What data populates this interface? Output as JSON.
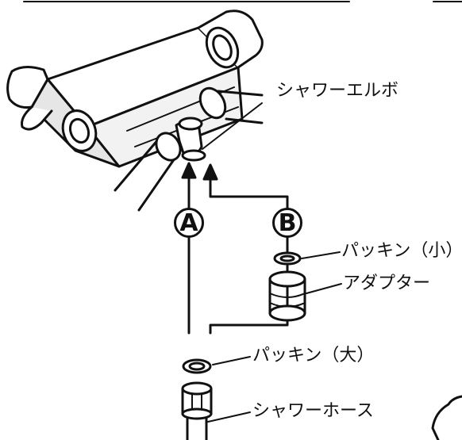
{
  "labels": {
    "shower_elbow": "シャワーエルボ",
    "packing_small": "パッキン（小）",
    "adapter": "アダプター",
    "packing_large": "パッキン（大）",
    "shower_hose": "シャワーホース"
  },
  "markers": {
    "a": "A",
    "b": "B"
  },
  "colors": {
    "ink": "#111111",
    "background": "#ffffff",
    "shade": "#e6e6e6"
  }
}
